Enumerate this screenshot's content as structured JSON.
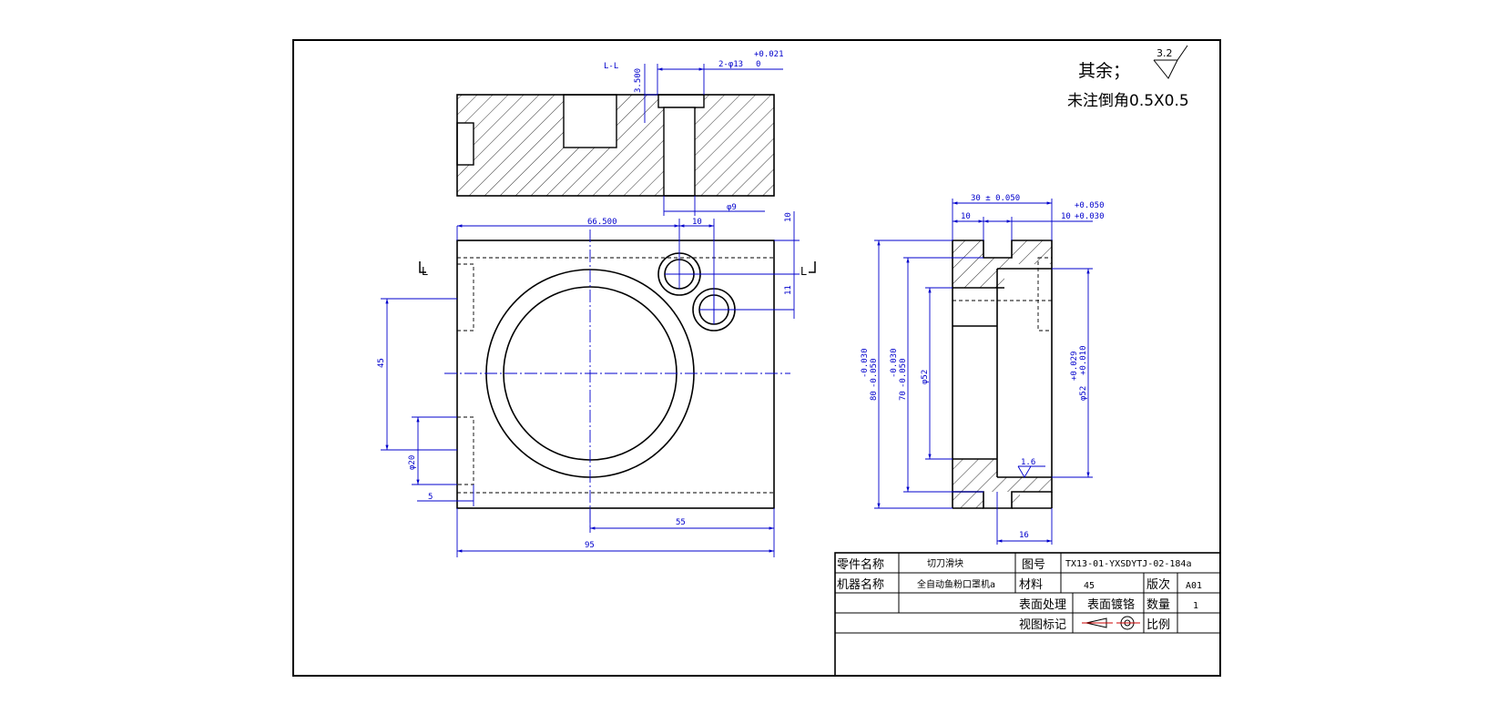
{
  "notes": {
    "remaining_label": "其余；",
    "roughness_general": "3.2",
    "chamfer_note": "未注倒角0.5X0.5"
  },
  "section": {
    "label": "L-L",
    "cut_marker": "L"
  },
  "dimensions": {
    "depth_3_5": "3.500",
    "counterbore": "2-φ13",
    "counterbore_tol_upper": "+0.021",
    "counterbore_tol_lower": "0",
    "hole_dia": "φ9",
    "x_66_5": "66.500",
    "x_10": "10",
    "y_10": "10",
    "y_11": "11",
    "h_45": "45",
    "slot_dia20": "φ20",
    "edge_5": "5",
    "w_55": "55",
    "w_95": "95",
    "side_30": "30 ± 0.050",
    "side_10": "10",
    "slot_10_tol": "10",
    "slot_tol_upper": "+0.050",
    "slot_tol_lower": "+0.030",
    "h_80": "80",
    "h_80_tol_upper": "-0.030",
    "h_80_tol_lower": "-0.050",
    "h_70": "70",
    "h_70_tol_upper": "-0.030",
    "h_70_tol_lower": "-0.050",
    "bore_52": "φ52",
    "bore_52_tol": "φ52",
    "bore_52_tol_upper": "+0.029",
    "bore_52_tol_lower": "+0.010",
    "w_16": "16",
    "roughness_bore": "1.6"
  },
  "title_block": {
    "part_name_label": "零件名称",
    "part_name": "切刀滑块",
    "drawing_no_label": "图号",
    "drawing_no": "TX13-01-YXSDYTJ-02-184a",
    "machine_name_label": "机器名称",
    "machine_name": "全自动鱼粉口罩机a",
    "material_label": "材料",
    "material": "45",
    "revision_label": "版次",
    "revision": "A01",
    "surface_label": "表面处理",
    "surface": "表面镀铬",
    "quantity_label": "数量",
    "quantity": "1",
    "view_label": "视图标记",
    "scale_label": "比例"
  },
  "colors": {
    "geometry": "#000000",
    "dimension": "#0000cc",
    "background": "#ffffff"
  }
}
